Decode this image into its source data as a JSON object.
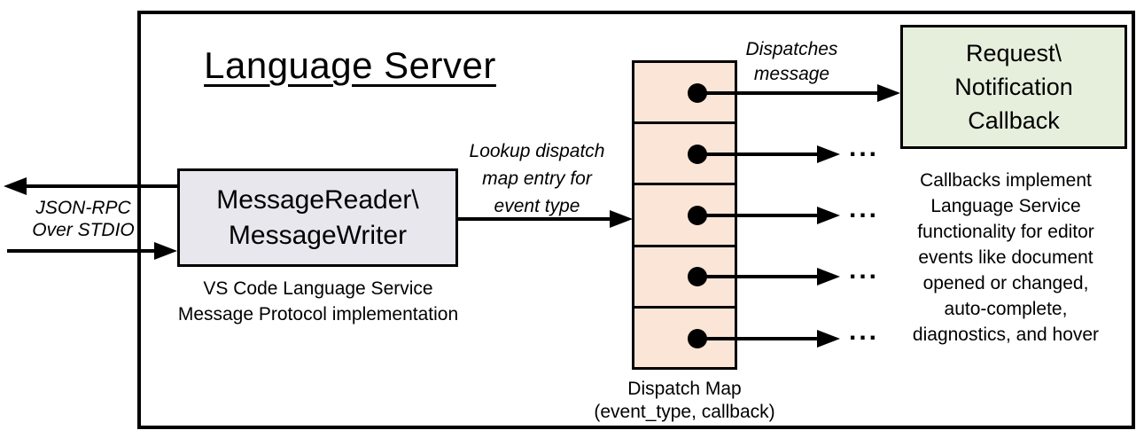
{
  "title": "Language Server",
  "stdio_label": {
    "line1": "JSON-RPC",
    "line2": "Over STDIO"
  },
  "message_box": {
    "line1": "MessageReader\\",
    "line2": "MessageWriter",
    "fill": "#e9e7ee"
  },
  "message_box_caption": {
    "line1": "VS Code Language Service",
    "line2": "Message Protocol implementation"
  },
  "lookup_label": {
    "line1": "Lookup dispatch",
    "line2": "map entry for",
    "line3": "event type"
  },
  "dispatch_map": {
    "cell_count": 5,
    "fill": "#fbe5d6",
    "caption_line1": "Dispatch Map",
    "caption_line2": "(event_type, callback)"
  },
  "dispatches_label": {
    "line1": "Dispatches",
    "line2": "message"
  },
  "callback_box": {
    "line1": "Request\\",
    "line2": "Notification",
    "line3": "Callback",
    "fill": "#e6efdc"
  },
  "callbacks_note": {
    "lines": [
      "Callbacks implement",
      "Language Service",
      "functionality for editor",
      "events like document",
      "opened or changed,",
      "auto-complete,",
      "diagnostics, and hover"
    ]
  },
  "ellipsis": "...",
  "colors": {
    "line": "#000000",
    "border": "#000000"
  }
}
